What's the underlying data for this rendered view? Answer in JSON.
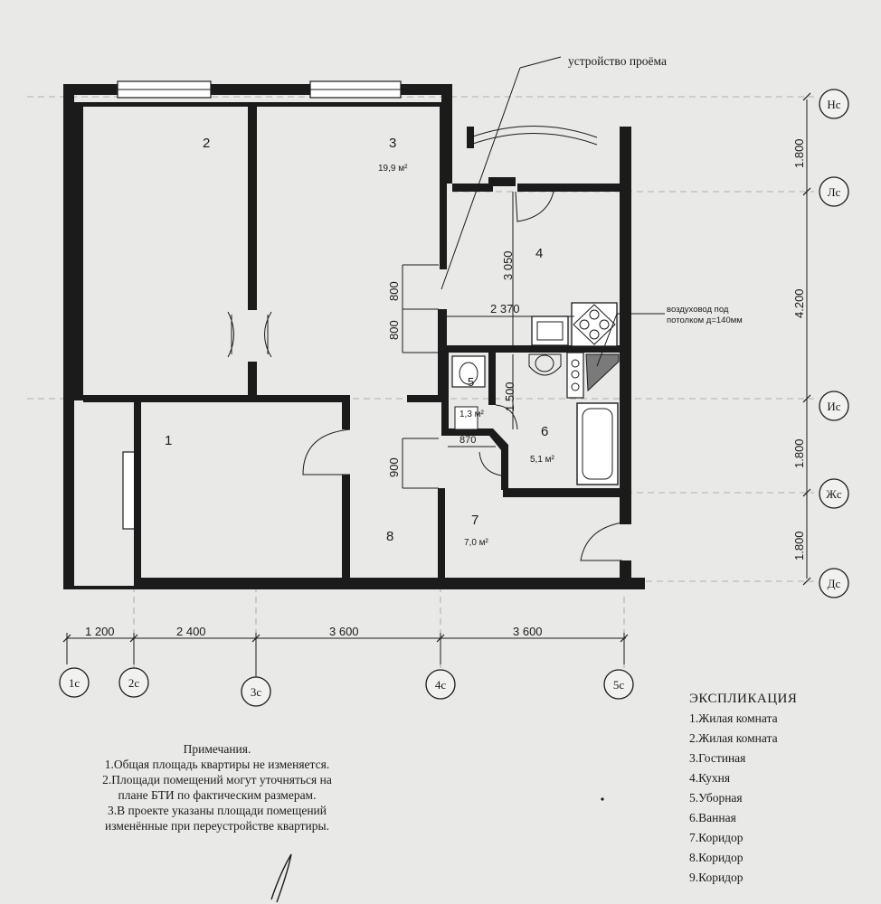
{
  "rooms": [
    {
      "id": "1",
      "area": ""
    },
    {
      "id": "2",
      "area": ""
    },
    {
      "id": "3",
      "area": "19,9 м²"
    },
    {
      "id": "4",
      "area": ""
    },
    {
      "id": "5",
      "area": "1,3 м²"
    },
    {
      "id": "6",
      "area": "5,1 м²"
    },
    {
      "id": "7",
      "area": "7,0 м²"
    },
    {
      "id": "8",
      "area": ""
    }
  ],
  "annotations": {
    "opening": "устройство проёма",
    "duct_line1": "воздуховод под",
    "duct_line2": "потолком д=140мм"
  },
  "dimensions_bottom": [
    "1 200",
    "2 400",
    "3 600",
    "3 600"
  ],
  "dimensions_right": [
    "1.800",
    "4.200",
    "1.800",
    "1.800"
  ],
  "dimensions_inner": {
    "d3050": "3 050",
    "d2370": "2 370",
    "d1500": "1 500",
    "d870": "870",
    "d800a": "800",
    "d800b": "800",
    "d900": "900"
  },
  "axes_bottom": [
    "1с",
    "2с",
    "3с",
    "4с",
    "5с"
  ],
  "axes_right": [
    "Нс",
    "Лс",
    "Ис",
    "Жс",
    "Дс"
  ],
  "notes": {
    "title": "Примечания.",
    "lines": [
      "1.Общая площадь квартиры не изменяется.",
      "2.Площади помещений могут уточняться на",
      "плане БТИ по фактическим размерам.",
      "3.В проекте указаны площади помещений",
      "изменённые при переустройстве квартиры."
    ]
  },
  "legend": {
    "title": "ЭКСПЛИКАЦИЯ",
    "items": [
      "1.Жилая комната",
      "2.Жилая комната",
      "3.Гостиная",
      "4.Кухня",
      "5.Уборная",
      "6.Ванная",
      "7.Коридор",
      "8.Коридор",
      "9.Коридор"
    ]
  }
}
